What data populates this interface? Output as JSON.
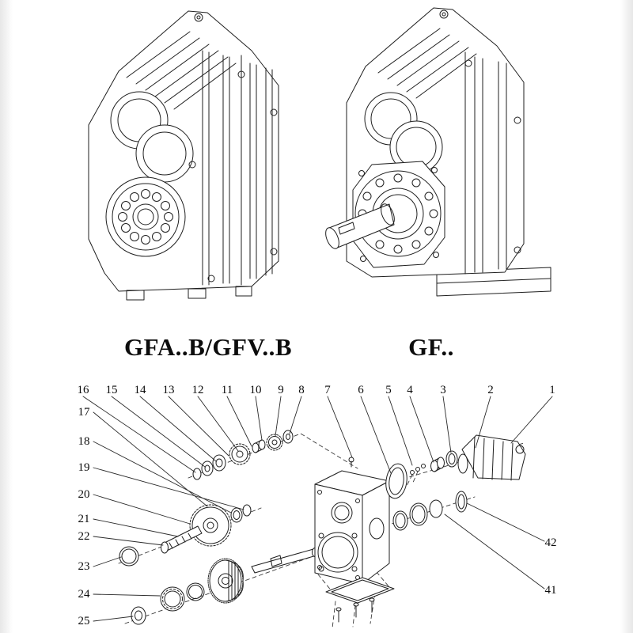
{
  "page": {
    "background": "#ffffff",
    "line_color": "#1f1f1f"
  },
  "models": [
    {
      "label": "GFA..B/GFV..B"
    },
    {
      "label": "GF.."
    }
  ],
  "exploded": {
    "callouts_top": [
      "16",
      "15",
      "14",
      "13",
      "12",
      "11",
      "10",
      "9",
      "8",
      "7",
      "6",
      "5",
      "4",
      "3",
      "2",
      "1"
    ],
    "callouts_left": [
      "17",
      "18",
      "19",
      "20",
      "21",
      "22",
      "23",
      "24",
      "25"
    ],
    "callouts_right": [
      "42",
      "41"
    ]
  }
}
